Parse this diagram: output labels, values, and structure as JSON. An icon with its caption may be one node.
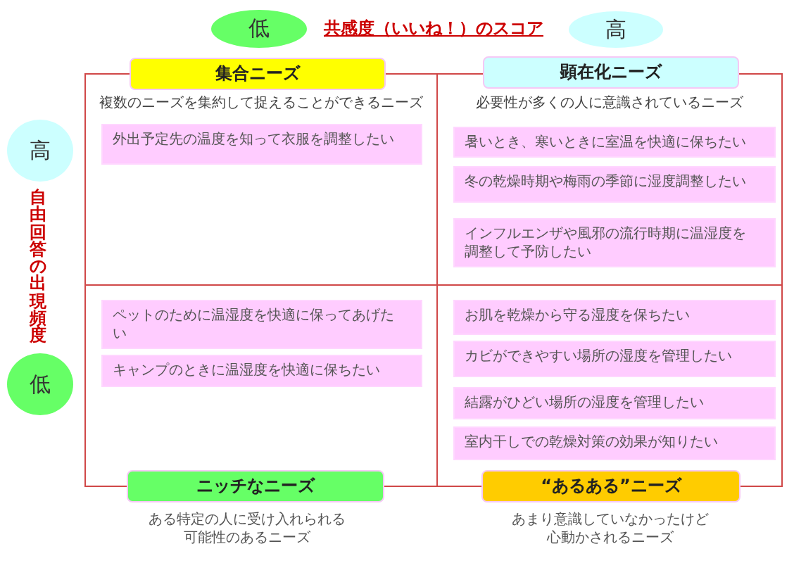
{
  "diagram": {
    "nodes": [
      {
        "text": [
          "低"
        ]
      },
      {
        "text": [
          "高"
        ]
      },
      {
        "text": [
          "集合ニーズ"
        ]
      },
      {
        "text": [
          "顕在化ニーズ"
        ]
      },
      {
        "text": [
          "複数のニーズを集約して捉えることができるニーズ"
        ]
      },
      {
        "text": [
          "外出予定先の温度を知って衣服を調整したい"
        ],
        "in": 4
      },
      {
        "text": [
          "必要性が多くの人に意識されているニーズ"
        ]
      },
      {
        "text": [
          "暑いとき、寒いときに室温を快適に保ちたい"
        ],
        "in": 6
      },
      {
        "text": [
          "冬の乾燥時期や梅雨の季節に湿度調整したい"
        ],
        "in": 6
      },
      {
        "text": [
          "インフルエンザや風邪の流行時期に温湿度を調整して予防したい"
        ],
        "in": 6
      },
      {
        "text": [
          "高"
        ]
      },
      {
        "text": [
          "低"
        ]
      },
      {
        "text": [],
        "shape": "box"
      },
      {
        "text": [
          "ペットのために温湿度を快適に保ってあげたい"
        ],
        "in": 12
      },
      {
        "text": [
          "キャンプのときに温湿度を快適に保ちたい"
        ],
        "in": 12
      },
      {
        "text": [],
        "shape": "box"
      },
      {
        "text": [
          "お肌を乾燥から守る湿度を保ちたい"
        ],
        "in": 15
      },
      {
        "text": [
          "カビができやすい場所の湿度を管理したい"
        ],
        "in": 15
      },
      {
        "text": [
          "結露がひどい場所の湿度を管理したい"
        ],
        "in": 15
      },
      {
        "text": [
          "室内干しでの乾燥対策の効果が知りたい"
        ],
        "in": 15
      },
      {
        "text": [
          "ニッチなニーズ"
        ],
        "beside": [
          "ある特定の人に受け入れられる可能性のあるニーズ"
        ]
      },
      {
        "text": [
          "“あるある”ニーズ"
        ],
        "beside": [
          "あまり意識していなかったけど心動かされるニーズ"
        ]
      }
    ],
    "labels": [
      "共感度（いいね！）のスコア",
      "自由回答の出現頻度"
    ]
  }
}
